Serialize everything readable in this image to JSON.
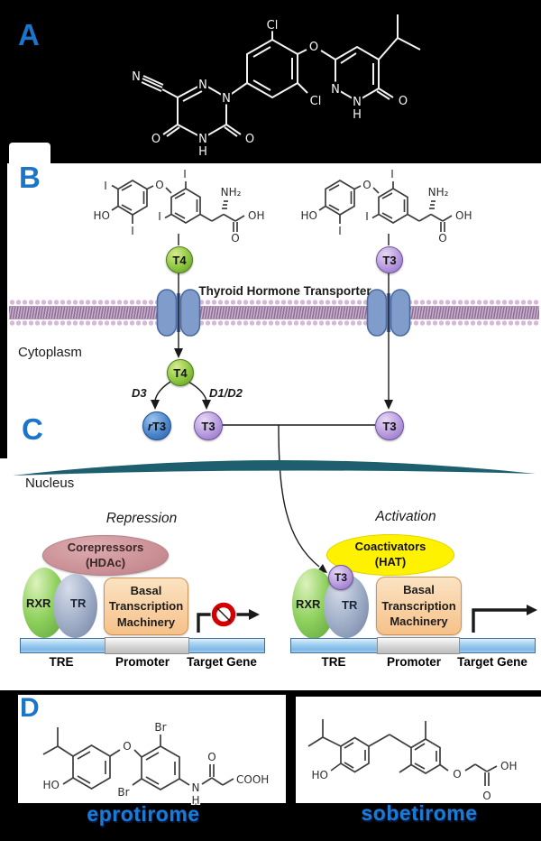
{
  "panels": {
    "a": "A",
    "b": "B",
    "c": "C",
    "d": "D"
  },
  "colors": {
    "panel_label_blue": "#1b75c8",
    "t4_green": "#8cc63e",
    "t3_purple": "#b79ade",
    "rt3_blue": "#4b86cc",
    "membrane_pink": "#c9b0cc",
    "transporter_blue": "#7f9cca",
    "nucleus_teal": "#1d5f6e",
    "corepressor_rose": "#c98f94",
    "coactivator_yellow": "#fff200",
    "rxr_green": "#8fd15e",
    "tr_slate": "#9fadc7",
    "basal_peach": "#f6c189",
    "dna_blue": "#a8d4f2",
    "promoter_gray": "#d2d2d2",
    "no_sign_red": "#d40000"
  },
  "b": {
    "transporter_label": "Thyroid Hormone Transporter",
    "cytoplasm": "Cytoplasm",
    "t4": "T4",
    "t3": "T3",
    "rt3_prefix": "r",
    "rt3_base": "T3",
    "d3": "D3",
    "d1d2": "D1/D2"
  },
  "c": {
    "nucleus": "Nucleus",
    "repression": "Repression",
    "activation": "Activation",
    "corepressors_1": "Corepressors",
    "corepressors_2": "(HDAc)",
    "coactivators_1": "Coactivators",
    "coactivators_2": "(HAT)",
    "rxr": "RXR",
    "tr": "TR",
    "t3": "T3",
    "basal_1": "Basal",
    "basal_2": "Transcription",
    "basal_3": "Machinery",
    "tre": "TRE",
    "promoter": "Promoter",
    "target_gene": "Target Gene"
  },
  "d": {
    "eprotirome": "eprotirome",
    "sobetirome": "sobetirome"
  },
  "structures": {
    "a": {
      "n_nitrile": "N",
      "n1": "N",
      "n2": "N",
      "o_left": "O",
      "n4": "N",
      "h4": "H",
      "o_right": "O",
      "cl_top": "Cl",
      "o_ether": "O",
      "cl_bottom": "Cl",
      "n5": "N",
      "n6": "N",
      "h6": "H",
      "o_keto": "O"
    },
    "t4": {
      "i_outer_top": "I",
      "i_outer_bottom": "I",
      "i_inner_top": "I",
      "i_inner_left": "I",
      "ho": "HO",
      "o_ether": "O",
      "nh2": "NH₂",
      "oh": "OH",
      "o_carbonyl": "O"
    },
    "t3": {
      "i_outer_bottom": "I",
      "i_inner_top": "I",
      "i_inner_left": "I",
      "ho": "HO",
      "o_ether": "O",
      "nh2": "NH₂",
      "oh": "OH",
      "o_carbonyl": "O"
    },
    "eprotirome": {
      "ho": "HO",
      "o_ether": "O",
      "br_top": "Br",
      "br_bottom": "Br",
      "o_amide": "O",
      "n": "N",
      "h": "H",
      "cooh": "COOH"
    },
    "sobetirome": {
      "ho": "HO",
      "o_ether": "O",
      "oh": "OH",
      "o_carbonyl": "O"
    }
  }
}
